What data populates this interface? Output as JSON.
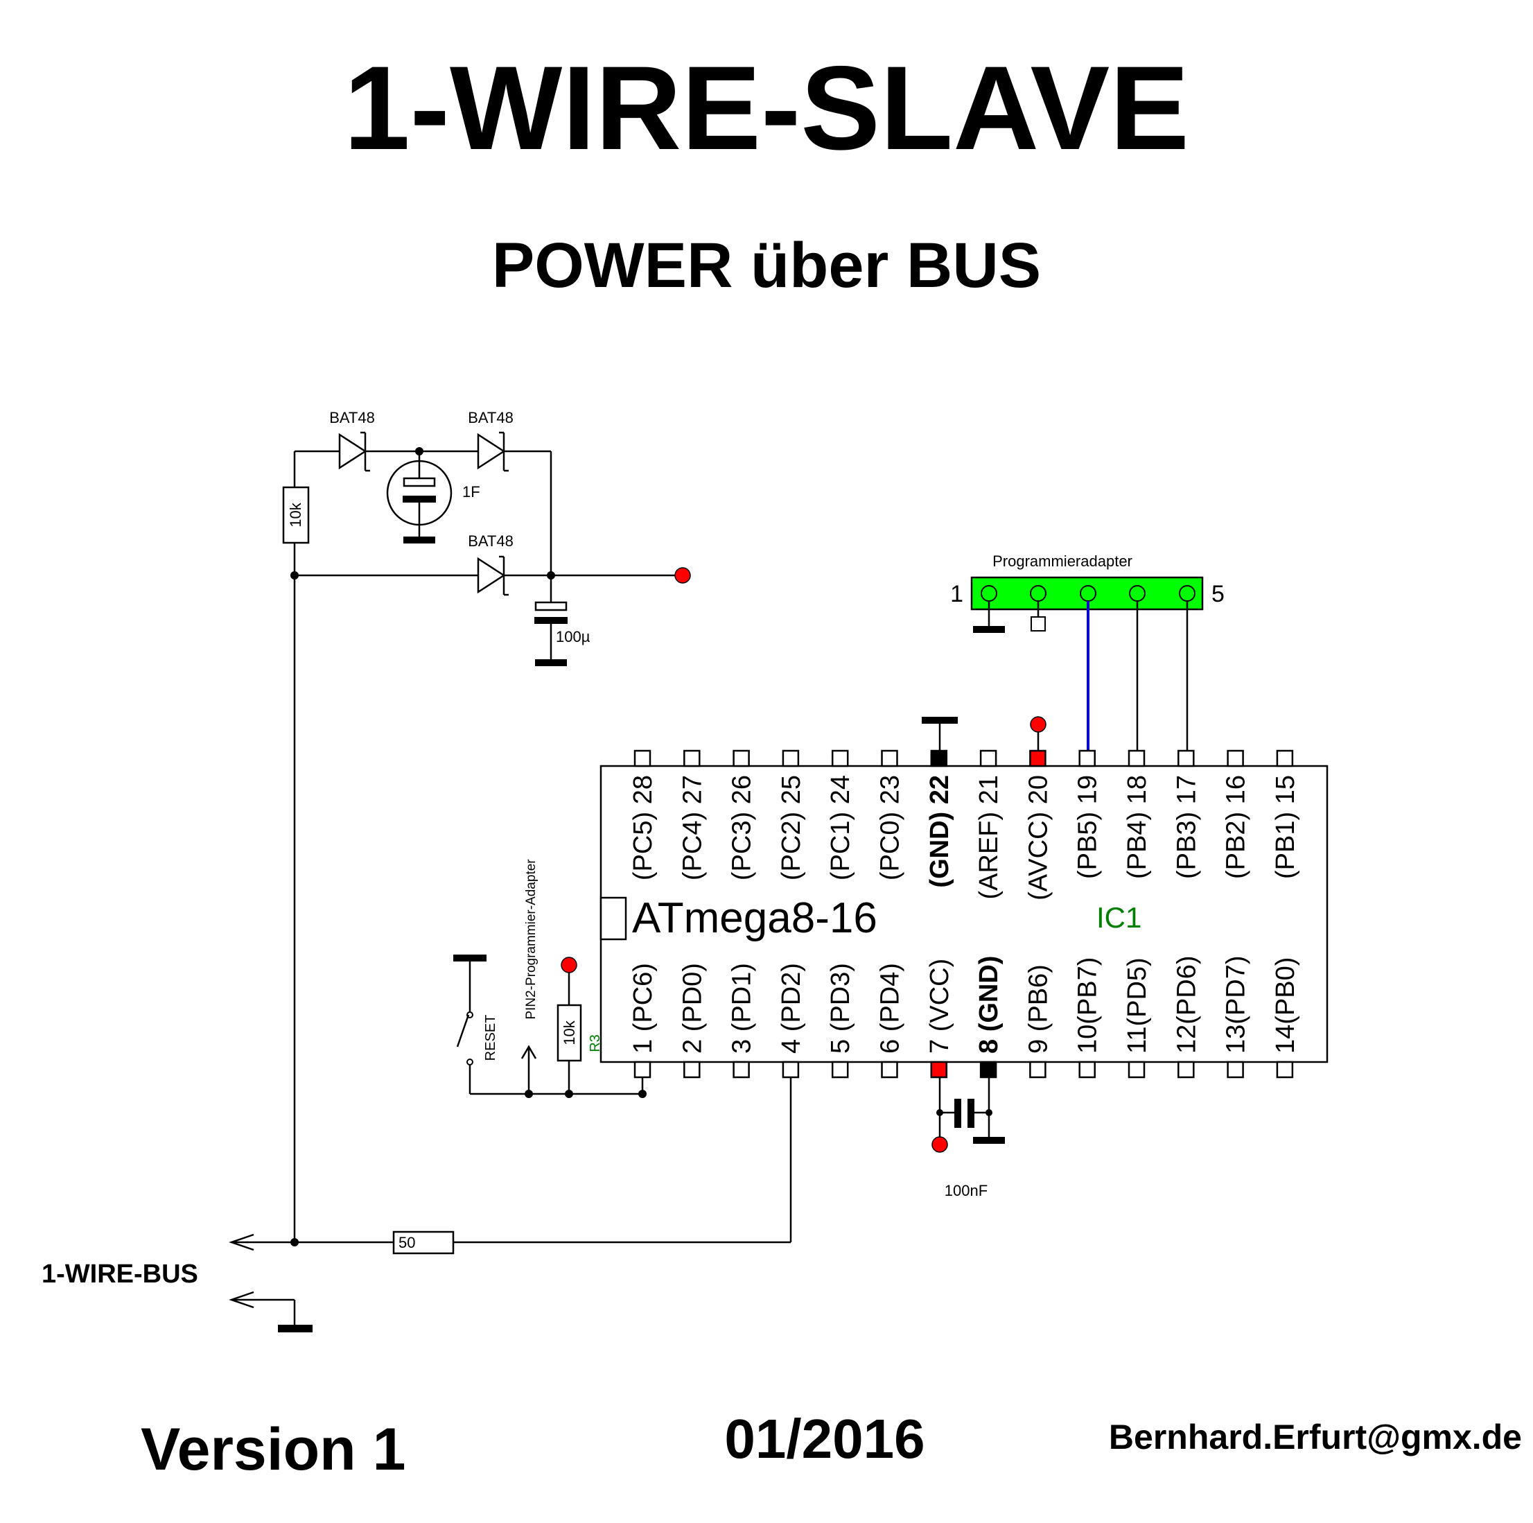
{
  "title": "1-WIRE-SLAVE",
  "subtitle": "POWER über BUS",
  "footer": {
    "version": "Version 1",
    "date": "01/2016",
    "email": "Bernhard.Erfurt@gmx.de"
  },
  "components": {
    "diode_top_left": "BAT48",
    "diode_top_right": "BAT48",
    "diode_middle": "BAT48",
    "supercap": "1F",
    "capacitor_bulk": "100µ",
    "capacitor_decoupling": "100nF",
    "resistor_pullup_bus": "10k",
    "resistor_reset": "10k",
    "resistor_reset_ref": "R3",
    "resistor_series": "50",
    "reset_switch": "RESET",
    "reset_note": "PIN2-Programmier-Adapter",
    "bus_label": "1-WIRE-BUS"
  },
  "programmer": {
    "label": "Programmieradapter",
    "pin_first": "1",
    "pin_last": "5"
  },
  "ic": {
    "part": "ATmega8-16",
    "ref": "IC1",
    "top_pins": [
      "(PC5) 28",
      "(PC4) 27",
      "(PC3) 26",
      "(PC2) 25",
      "(PC1) 24",
      "(PC0) 23",
      "(GND) 22",
      "(AREF) 21",
      "(AVCC) 20",
      "(PB5) 19",
      "(PB4) 18",
      "(PB3) 17",
      "(PB2) 16",
      "(PB1) 15"
    ],
    "bottom_pins": [
      "1 (PC6)",
      "2 (PD0)",
      "3 (PD1)",
      "4 (PD2)",
      "5 (PD3)",
      "6 (PD4)",
      "7 (VCC)",
      "8 (GND)",
      "9 (PB6)",
      "10(PB7)",
      "11(PD5)",
      "12(PD6)",
      "13(PD7)",
      "14(PB0)"
    ]
  },
  "colors": {
    "vcc_node": "#ff0000",
    "connector_fill": "#00ff00",
    "data_wire": "#0000cc",
    "ic_ref": "#008000"
  }
}
